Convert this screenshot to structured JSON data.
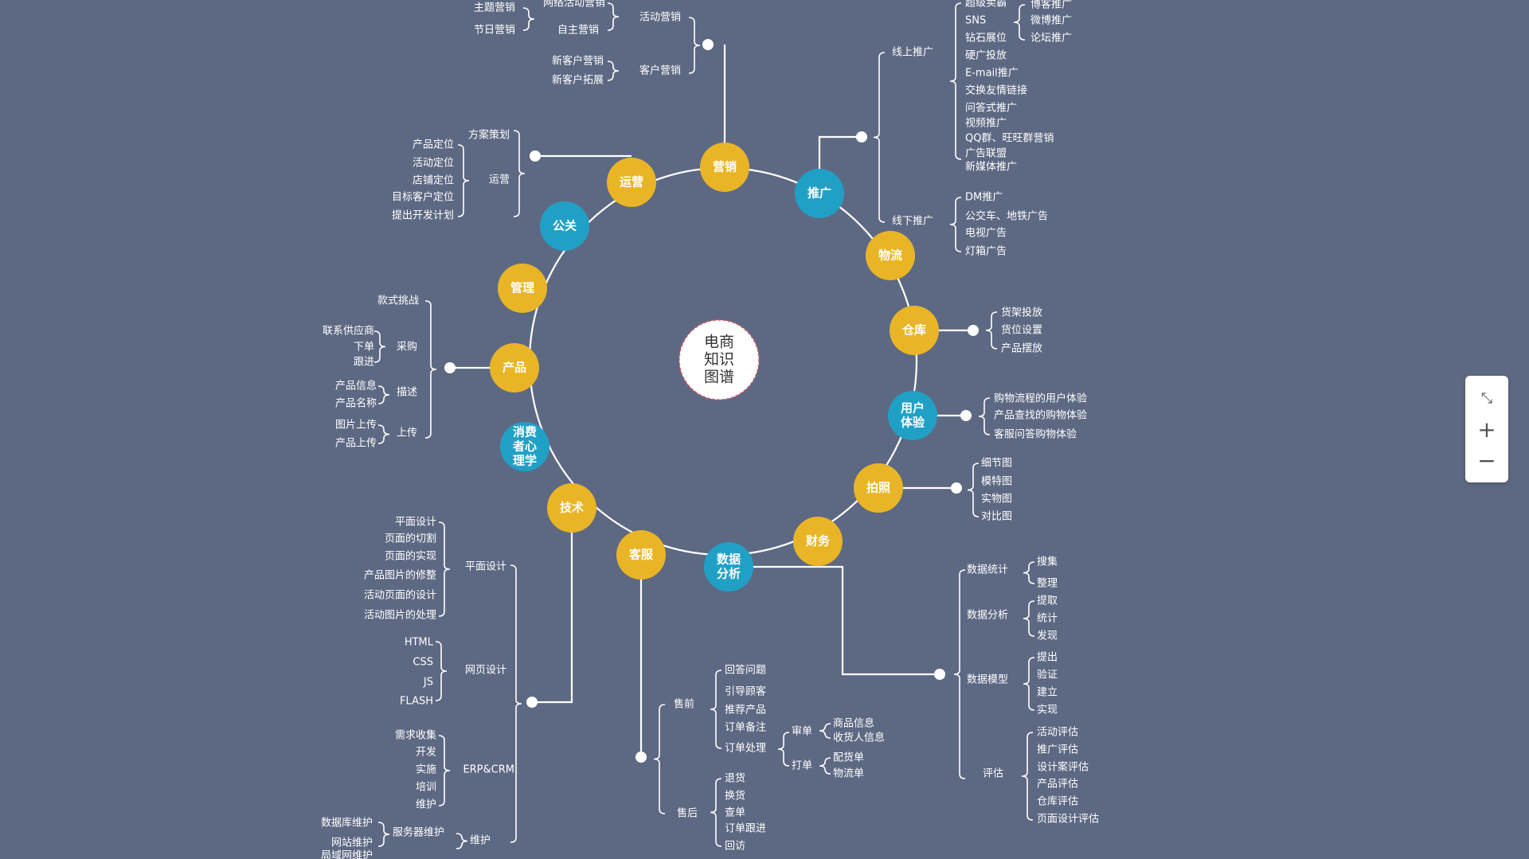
{
  "center": {
    "lines": [
      "电商",
      "知识",
      "图谱"
    ]
  },
  "colors": {
    "background": "#5d6983",
    "yellow": "#e9b526",
    "blue": "#21a0c6",
    "line": "#ffffff",
    "center_border": "#e3585a"
  },
  "nodes": [
    {
      "id": "marketing",
      "lines": [
        "营销"
      ],
      "color": "yellow"
    },
    {
      "id": "promotion",
      "lines": [
        "推广"
      ],
      "color": "blue"
    },
    {
      "id": "logistics",
      "lines": [
        "物流"
      ],
      "color": "yellow"
    },
    {
      "id": "warehouse",
      "lines": [
        "仓库"
      ],
      "color": "yellow"
    },
    {
      "id": "ux",
      "lines": [
        "用户",
        "体验"
      ],
      "color": "blue"
    },
    {
      "id": "photo",
      "lines": [
        "拍照"
      ],
      "color": "yellow"
    },
    {
      "id": "finance",
      "lines": [
        "财务"
      ],
      "color": "yellow"
    },
    {
      "id": "data",
      "lines": [
        "数据",
        "分析"
      ],
      "color": "blue"
    },
    {
      "id": "service",
      "lines": [
        "客服"
      ],
      "color": "yellow"
    },
    {
      "id": "tech",
      "lines": [
        "技术"
      ],
      "color": "yellow"
    },
    {
      "id": "psych",
      "lines": [
        "消费",
        "者心",
        "理学"
      ],
      "color": "blue"
    },
    {
      "id": "product",
      "lines": [
        "产品"
      ],
      "color": "yellow"
    },
    {
      "id": "manage",
      "lines": [
        "管理"
      ],
      "color": "yellow"
    },
    {
      "id": "pr",
      "lines": [
        "公关"
      ],
      "color": "blue"
    },
    {
      "id": "ops",
      "lines": [
        "运营"
      ],
      "color": "yellow"
    }
  ],
  "branches": {
    "marketing": {
      "activity_marketing": {
        "label": "活动营销",
        "theme": "主题营销",
        "holiday": "节日营销",
        "network": "网络活动营销",
        "self": "自主营销"
      },
      "customer_marketing": {
        "label": "客户营销",
        "items": [
          "新客户营销",
          "新客户拓展"
        ]
      }
    },
    "ops": {
      "planning": "方案策划",
      "operation": "运营",
      "items": [
        "产品定位",
        "活动定位",
        "店铺定位",
        "目标客户定位",
        "提出开发计划"
      ]
    },
    "promotion": {
      "online": {
        "label": "线上推广",
        "items": [
          "超级卖霸",
          "SNS",
          "钻石展位",
          "硬广投放",
          "E-mail推广",
          "交换友情链接",
          "问答式推广",
          "视频推广",
          "QQ群、旺旺群营销",
          "广告联盟",
          "新媒体推广"
        ],
        "sns_items": [
          "博客推广",
          "微博推广",
          "论坛推广"
        ]
      },
      "offline": {
        "label": "线下推广",
        "items": [
          "DM推广",
          "公交车、地铁广告",
          "电视广告",
          "灯箱广告"
        ]
      }
    },
    "warehouse": {
      "items": [
        "货架投放",
        "货位设置",
        "产品摆放"
      ]
    },
    "ux": {
      "items": [
        "购物流程的用户体验",
        "产品查找的购物体验",
        "客服问答购物体验"
      ]
    },
    "photo": {
      "items": [
        "细节图",
        "模特图",
        "实物图",
        "对比图"
      ]
    },
    "product": {
      "style": "款式挑战",
      "purchase": {
        "label": "采购",
        "items": [
          "联系供应商",
          "下单",
          "跟进"
        ]
      },
      "describe": {
        "label": "描述",
        "items": [
          "产品信息",
          "产品名称"
        ]
      },
      "upload": {
        "label": "上传",
        "items": [
          "图片上传",
          "产品上传"
        ]
      }
    },
    "tech": {
      "graphic": {
        "label": "平面设计",
        "items": [
          "平面设计",
          "页面的切割",
          "页面的实现",
          "产品图片的修整",
          "活动页面的设计",
          "活动图片的处理"
        ]
      },
      "web": {
        "label": "网页设计",
        "items": [
          "HTML",
          "CSS",
          "JS",
          "FLASH"
        ]
      },
      "erp": {
        "label": "ERP&CRM",
        "items": [
          "需求收集",
          "开发",
          "实施",
          "培训",
          "维护"
        ]
      },
      "maint": {
        "label": "维护",
        "server": "服务器维护",
        "server_items": [
          "数据库维护",
          "网站维护",
          "局域网维护"
        ]
      }
    },
    "service": {
      "pre": {
        "label": "售前",
        "items": [
          "回答问题",
          "引导顾客",
          "推荐产品",
          "订单备注",
          "订单处理"
        ]
      },
      "review": {
        "label": "审单",
        "items": [
          "商品信息",
          "收货人信息"
        ]
      },
      "print": {
        "label": "打单",
        "items": [
          "配货单",
          "物流单"
        ]
      },
      "post": {
        "label": "售后",
        "items": [
          "退货",
          "换货",
          "查单",
          "订单跟进",
          "回访"
        ]
      }
    },
    "data": {
      "stats": {
        "label": "数据统计",
        "items": [
          "搜集",
          "整理"
        ]
      },
      "analysis": {
        "label": "数据分析",
        "items": [
          "提取",
          "统计",
          "发现"
        ]
      },
      "model": {
        "label": "数据模型",
        "items": [
          "提出",
          "验证",
          "建立",
          "实现"
        ]
      },
      "eval": {
        "label": "评估",
        "items": [
          "活动评估",
          "推广评估",
          "设计案评估",
          "产品评估",
          "仓库评估",
          "页面设计评估"
        ]
      }
    }
  },
  "zoom_controls": [
    {
      "name": "collapse-icon",
      "glyph": "⤡"
    },
    {
      "name": "zoom-in-icon",
      "glyph": "+"
    },
    {
      "name": "zoom-out-icon",
      "glyph": "−"
    }
  ]
}
